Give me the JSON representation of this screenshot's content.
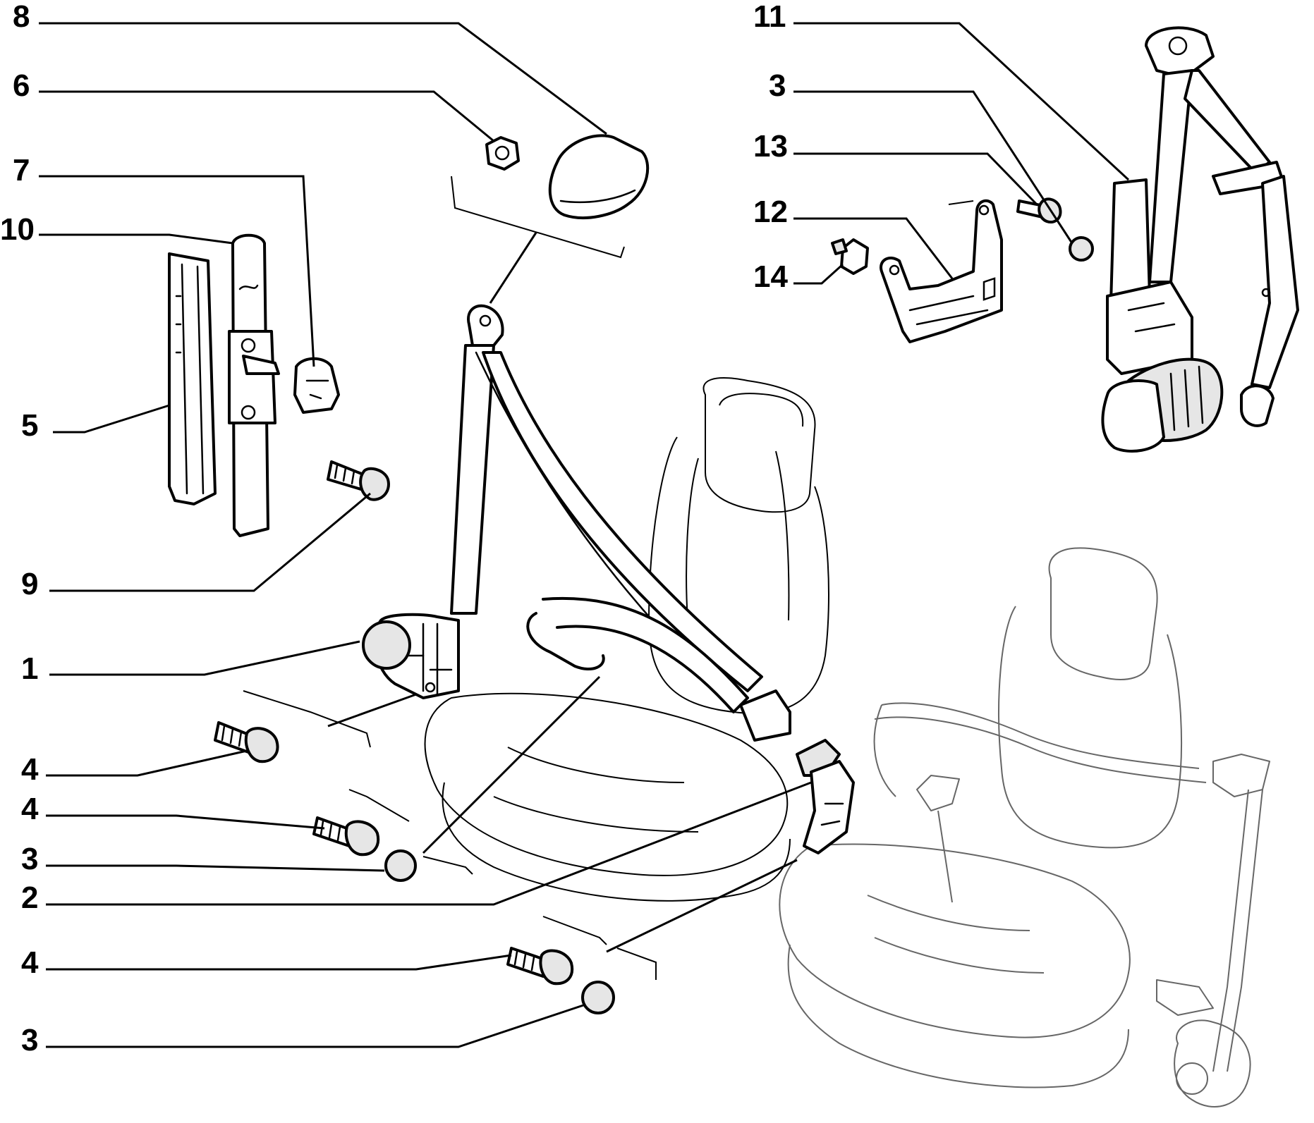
{
  "callouts": {
    "c8": "8",
    "c6": "6",
    "c7": "7",
    "c10": "10",
    "c5": "5",
    "c9": "9",
    "c1": "1",
    "c4a": "4",
    "c4b": "4",
    "c3a": "3",
    "c2": "2",
    "c4c": "4",
    "c3b": "3",
    "c11": "11",
    "c3c": "3",
    "c13": "13",
    "c12": "12",
    "c14": "14"
  },
  "colors": {
    "line": "#000000",
    "background": "#ffffff",
    "ghost_line": "#666666"
  }
}
